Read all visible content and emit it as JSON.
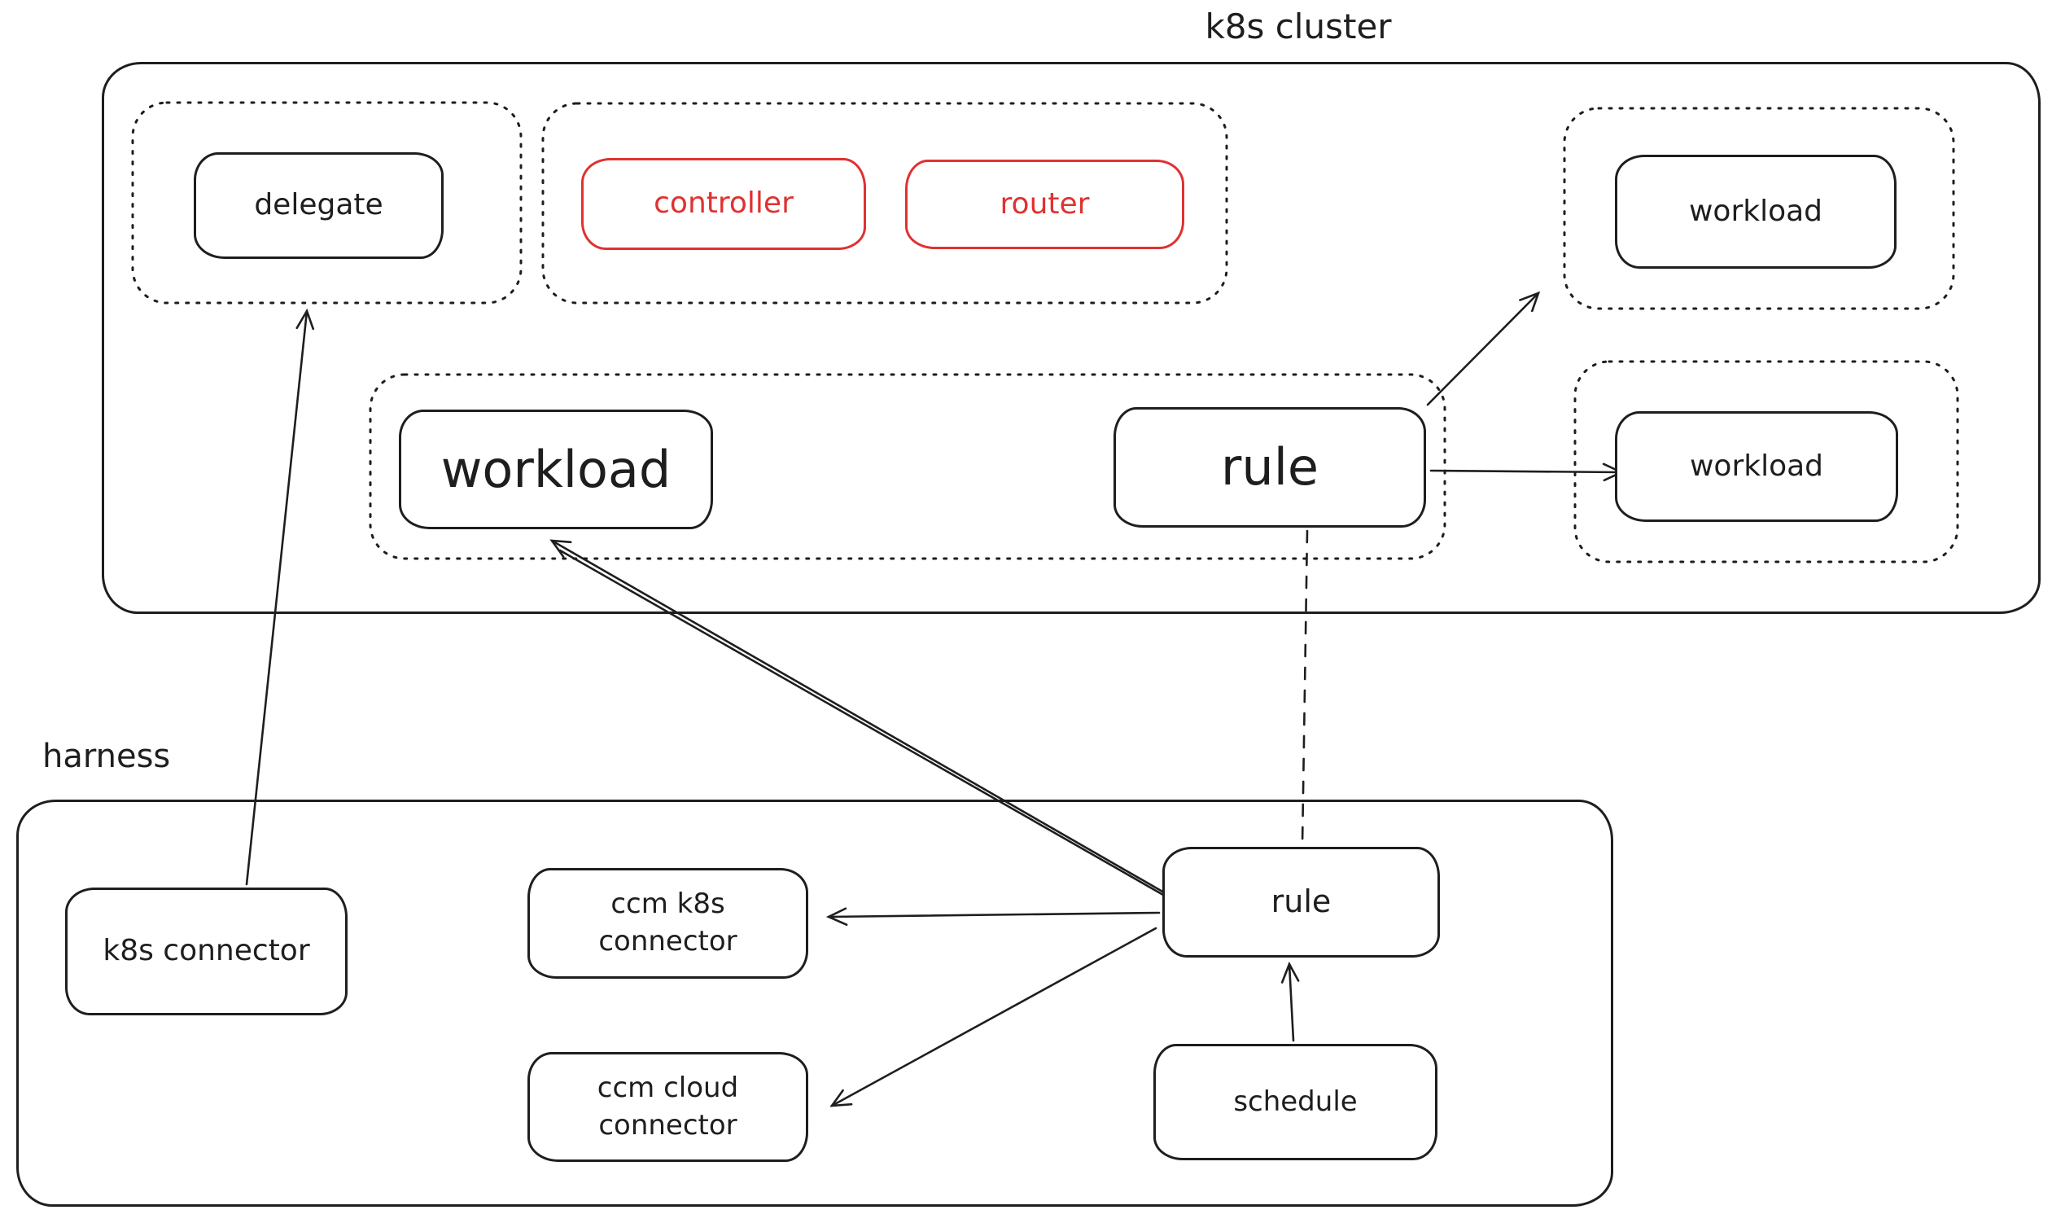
{
  "canvas": {
    "background": "#ffffff",
    "ink_color": "#1e1e1e",
    "accent_color": "#e03131"
  },
  "clusters": {
    "k8s": {
      "label": "k8s cluster"
    },
    "harness": {
      "label": "harness"
    }
  },
  "nodes": {
    "delegate": {
      "label": "delegate",
      "color": "#1e1e1e"
    },
    "controller": {
      "label": "controller",
      "color": "#e03131"
    },
    "router": {
      "label": "router",
      "color": "#e03131"
    },
    "workload_top_right": {
      "label": "workload",
      "color": "#1e1e1e"
    },
    "workload_main": {
      "label": "workload",
      "color": "#1e1e1e"
    },
    "rule_k8s": {
      "label": "rule",
      "color": "#1e1e1e"
    },
    "workload_right": {
      "label": "workload",
      "color": "#1e1e1e"
    },
    "k8s_connector": {
      "label": "k8s connector",
      "color": "#1e1e1e"
    },
    "ccm_k8s_connector": {
      "label": "ccm k8s connector",
      "color": "#1e1e1e"
    },
    "ccm_cloud_connector": {
      "label": "ccm cloud connector",
      "color": "#1e1e1e"
    },
    "rule_harness": {
      "label": "rule",
      "color": "#1e1e1e"
    },
    "schedule": {
      "label": "schedule",
      "color": "#1e1e1e"
    }
  },
  "edges": [
    {
      "from": "k8s_connector",
      "to": "delegate",
      "style": "solid-arrow"
    },
    {
      "from": "rule_harness",
      "to": "workload_main",
      "style": "solid-arrow-double-stroke"
    },
    {
      "from": "rule_harness",
      "to": "ccm_k8s_connector",
      "style": "solid-arrow"
    },
    {
      "from": "rule_harness",
      "to": "ccm_cloud_connector",
      "style": "solid-arrow"
    },
    {
      "from": "schedule",
      "to": "rule_harness",
      "style": "solid-arrow"
    },
    {
      "from": "rule_k8s",
      "to": "workload_top_right",
      "style": "solid-arrow"
    },
    {
      "from": "rule_k8s",
      "to": "workload_right",
      "style": "solid-arrow"
    },
    {
      "from": "rule_k8s",
      "to": "rule_harness",
      "style": "dashed-line"
    }
  ]
}
